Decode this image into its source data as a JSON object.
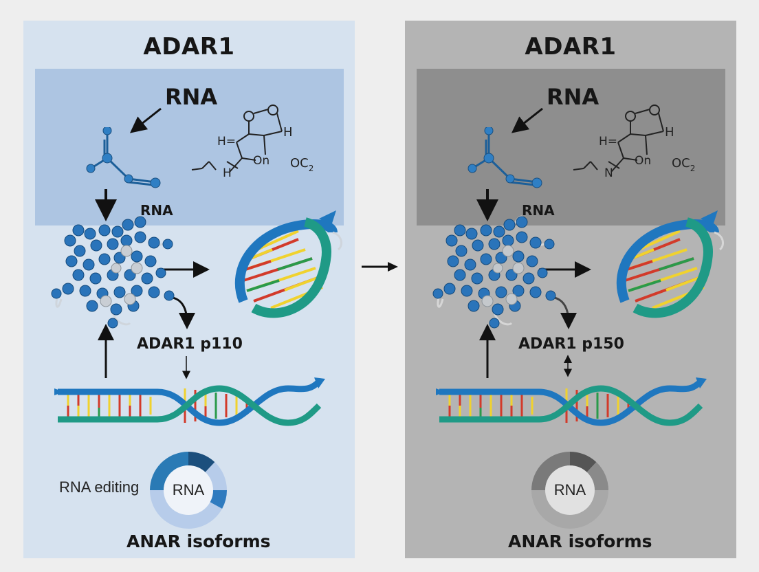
{
  "panels": [
    {
      "id": "left",
      "title": "ADAR1",
      "rna_top": "RNA",
      "rna_mid": "RNA",
      "enzyme": "ADAR1 p110",
      "editing": "RNA editing",
      "donut_center": "RNA",
      "isoforms": "ANAR isoforms",
      "chem": {
        "o_top": "O",
        "o_left": "O",
        "h_top": "H",
        "h_left": "H=",
        "h_bottom": "H",
        "o_n": "On",
        "oc": "OC",
        "oc_sub": "2"
      },
      "colors": {
        "panel": "#d6e2ef",
        "band": "#adc5e2",
        "bead": "#2c73b5",
        "strand": "#1f77bf",
        "strand2": "#1f9a86"
      },
      "donut_segments": [
        {
          "fraction": 0.12,
          "color": "#1c4f7d"
        },
        {
          "fraction": 0.13,
          "color": "#b7ccea"
        },
        {
          "fraction": 0.08,
          "color": "#2f7bbf"
        },
        {
          "fraction": 0.42,
          "color": "#b7ccea"
        },
        {
          "fraction": 0.25,
          "color": "#2a7ab5"
        }
      ]
    },
    {
      "id": "right",
      "title": "ADAR1",
      "rna_top": "RNA",
      "rna_mid": "RNA",
      "enzyme": "ADAR1 p150",
      "editing": "",
      "donut_center": "RNA",
      "isoforms": "ANAR isoforms",
      "chem": {
        "o_top": "O",
        "o_left": "O",
        "h_top": "H",
        "h_left": "H=",
        "h_bottom": "N",
        "o_n": "On",
        "oc": "OC",
        "oc_sub": "2"
      },
      "colors": {
        "panel": "#b4b4b4",
        "band": "#8e8e8e",
        "bead": "#2c73b5",
        "strand": "#1f77bf",
        "strand2": "#1f9a86"
      },
      "donut_segments": [
        {
          "fraction": 0.12,
          "color": "#555555"
        },
        {
          "fraction": 0.13,
          "color": "#8a8a8a"
        },
        {
          "fraction": 0.5,
          "color": "#a8a8a8"
        },
        {
          "fraction": 0.25,
          "color": "#7a7a7a"
        }
      ]
    }
  ],
  "center_arrow_icon": "right-arrow-icon"
}
